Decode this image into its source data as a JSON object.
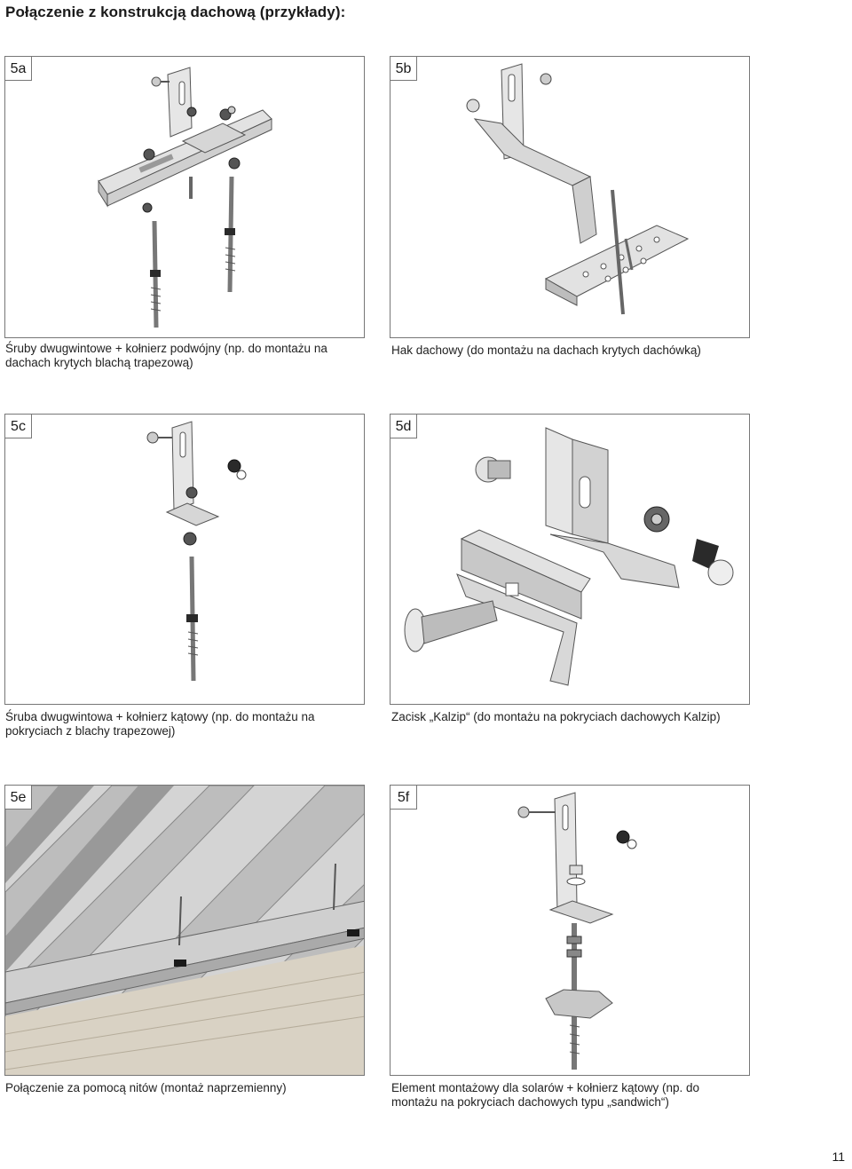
{
  "page": {
    "title": "Połączenie z konstrukcją dachową (przykłady):",
    "page_number": "11"
  },
  "panels": [
    {
      "id": "5a",
      "caption": "Śruby dwugwintowe + kołnierz podwójny (np. do montażu na dachach krytych blachą trapezową)"
    },
    {
      "id": "5b",
      "caption": "Hak dachowy (do montażu na dachach krytych dachówką)"
    },
    {
      "id": "5c",
      "caption": "Śruba dwugwintowa + kołnierz kątowy (np. do montażu na pokryciach z blachy trapezowej)"
    },
    {
      "id": "5d",
      "caption": "Zacisk „Kalzip“ (do montażu na pokryciach dachowych Kalzip)"
    },
    {
      "id": "5e",
      "caption": "Połączenie za pomocą nitów (montaż naprzemienny)"
    },
    {
      "id": "5f",
      "caption": "Element montażowy dla solarów + kołnierz kątowy (np. do montażu na pokryciach dachowych typu „sandwich“)"
    }
  ],
  "colors": {
    "metal_light": "#e4e4e4",
    "metal_mid": "#c8c8c8",
    "metal_dark": "#8a8a8a",
    "rubber": "#2a2a2a",
    "wood": "#d9d2c4"
  }
}
